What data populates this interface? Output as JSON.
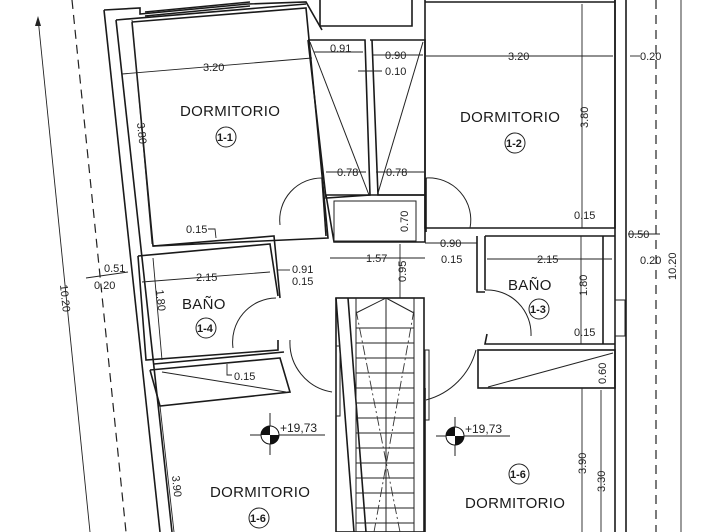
{
  "plan": {
    "type": "architectural-floor-plan",
    "rooms": [
      {
        "id": "room-1-1",
        "name": "DORMITORIO",
        "tag": "1-1",
        "width": "3.20",
        "depth": "3.80"
      },
      {
        "id": "room-1-2",
        "name": "DORMITORIO",
        "tag": "1-2",
        "width": "3.20",
        "depth": "3.80"
      },
      {
        "id": "room-1-3",
        "name": "BAÑO",
        "tag": "1-3",
        "width": "2.15",
        "depth": "1.80"
      },
      {
        "id": "room-1-4",
        "name": "BAÑO",
        "tag": "1-4",
        "width": "2.15",
        "depth": "1.80"
      },
      {
        "id": "room-1-6a",
        "name": "DORMITORIO",
        "tag": "1-6",
        "depth": "3.90"
      },
      {
        "id": "room-1-6b",
        "name": "DORMITORIO",
        "tag": "1-6",
        "depth": "3.90",
        "depth_inner": "3.30"
      }
    ],
    "dimensions": {
      "r11_width": "3.20",
      "r11_depth": "3.80",
      "r12_width": "3.20",
      "r12_depth": "3.80",
      "closet_left": "0.91",
      "closet_right": "0.90",
      "closet_gap": "0.10",
      "door_left": "0.78",
      "door_right": "0.78",
      "hall_box": "0.70",
      "wall_r11_bottom": "0.15",
      "wall_r12_bottom": "0.15",
      "right_wall_top": "0.20",
      "right_offset": "0.50",
      "right_wall_mid": "0.20",
      "hall_90": "0.90",
      "hall_15": "0.15",
      "hall_157": "1.57",
      "stair_gap": "0.95",
      "b14_width": "2.15",
      "b14_depth": "1.80",
      "b14_door": "0.91",
      "b14_door_wall": "0.15",
      "b14_bottom_wall": "0.15",
      "left_offset": "0.51",
      "left_wall": "0.20",
      "b13_width": "2.15",
      "b13_depth": "1.80",
      "b13_bottom_wall": "0.15",
      "closet_br": "0.60",
      "r16_depth_left": "3.90",
      "r16_depth_right": "3.90",
      "r16_depth_inner": "3.30",
      "total_left": "10.20",
      "total_right": "10.20"
    },
    "levels": [
      {
        "id": "level-left",
        "value": "+19,73"
      },
      {
        "id": "level-right",
        "value": "+19,73"
      }
    ]
  }
}
